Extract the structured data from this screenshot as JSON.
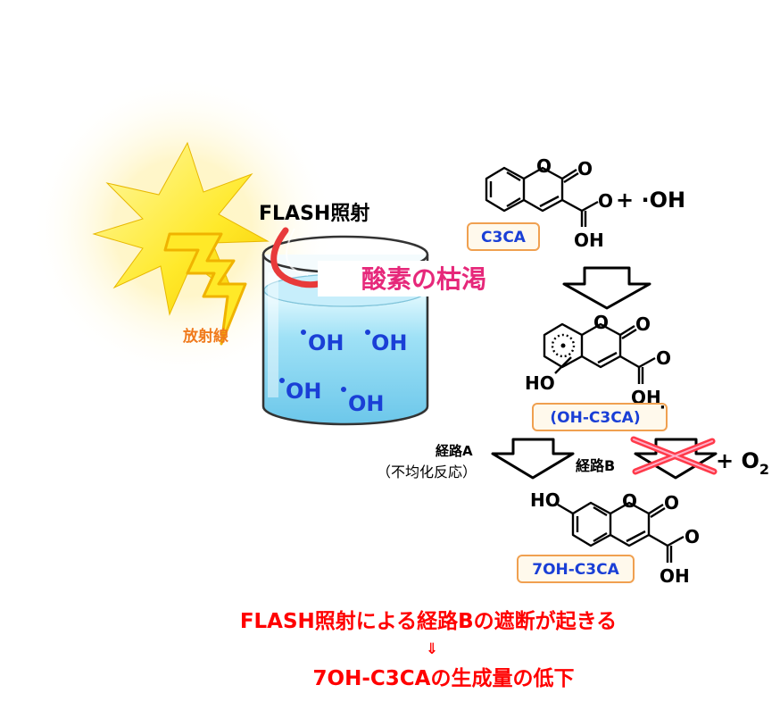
{
  "labels": {
    "flash_irradiation": "FLASH照射",
    "radiation": "放射線",
    "oxygen_depletion": "酸素の枯渇",
    "oh_radical": "OH",
    "plus_oh": "+ ·OH",
    "pathway_a": "経路A",
    "pathway_a_sub": "（不均化反応）",
    "pathway_b": "経路B",
    "plus_o2": "+ O",
    "o2_subscript": "2"
  },
  "molecules": {
    "c3ca": "C3CA",
    "oh_c3ca": "(OH-C3CA)",
    "oh_c3ca_dot": "·",
    "seven_oh_c3ca": "7OH-C3CA",
    "atom_o": "O",
    "atom_oh": "OH",
    "atom_ho": "HO"
  },
  "conclusion": {
    "line1": "FLASH照射による経路Bの遮断が起きる",
    "arrow": "⇓",
    "line2": "7OH-C3CAの生成量の低下"
  },
  "colors": {
    "pink": "#e6287a",
    "red": "#ff0000",
    "blue": "#1a3fd6",
    "orange": "#f07a1c",
    "water": "#8fd9f2",
    "box_border": "#f0a050",
    "box_fill": "#fff9ec"
  },
  "icons": {
    "sun": "sun-burst-icon",
    "lightning": "lightning-bolt-icon",
    "curved_arrow": "curved-arrow-icon",
    "blocked": "red-cross-icon"
  }
}
